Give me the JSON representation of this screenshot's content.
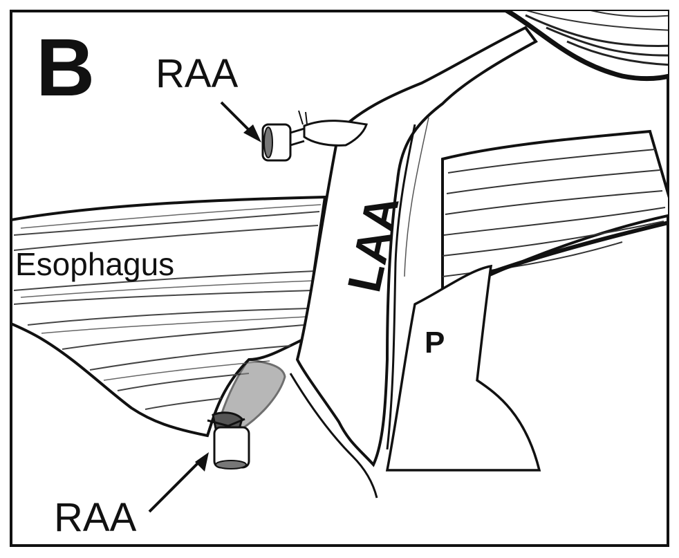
{
  "panel_label": "B",
  "labels": {
    "raa_top": "RAA",
    "raa_bottom": "RAA",
    "esophagus": "Esophagus",
    "laa": "LAA",
    "p": "P"
  },
  "colors": {
    "ink": "#111111",
    "background": "#ffffff",
    "shading": "#555555"
  }
}
